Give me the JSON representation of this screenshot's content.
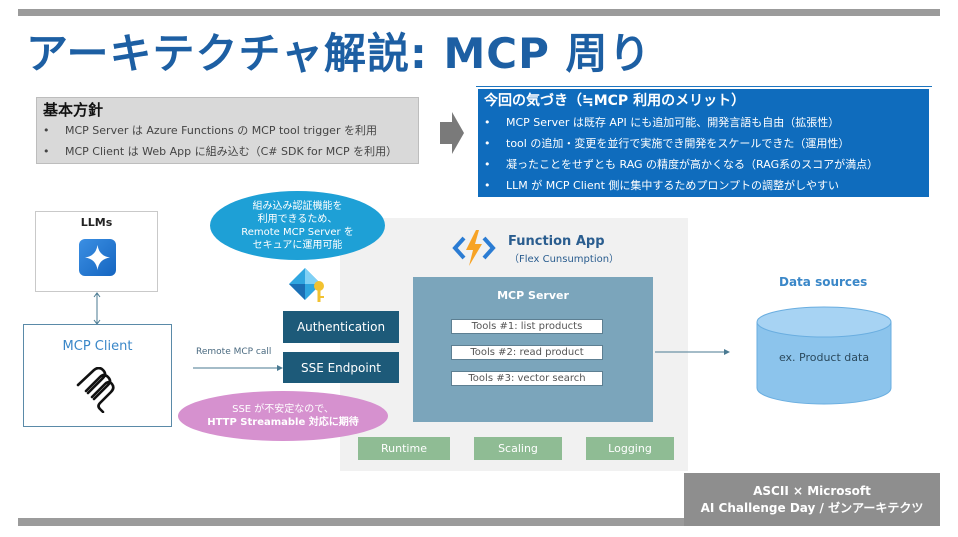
{
  "title": "アーキテクチャ解説: MCP 周り",
  "policy": {
    "heading": "基本方針",
    "items": [
      "MCP Server は Azure Functions の MCP tool trigger を利用",
      "MCP Client は Web App に組み込む（C# SDK for MCP を利用）"
    ]
  },
  "insight": {
    "heading": "今回の気づき（≒MCP 利用のメリット）",
    "items": [
      "MCP Server は既存 API にも追加可能、開発言語も自由（拡張性）",
      "tool の追加・変更を並行で実施でき開発をスケールできた（運用性）",
      "凝ったことをせずとも RAG の精度が高かくなる（RAG系のスコアが満点）",
      "LLM が MCP Client 側に集中するためプロンプトの調整がしやすい"
    ]
  },
  "bullet": "•",
  "diagram": {
    "llms_label": "LLMs",
    "mcp_client_label": "MCP Client",
    "remote_call_label": "Remote MCP call",
    "bubble_auth": [
      "組み込み認証機能を",
      "利用できるため、",
      "Remote MCP Server を",
      "セキュアに運用可能"
    ],
    "bubble_sse": [
      "SSE が不安定なので、",
      "HTTP Streamable 対応に期待"
    ],
    "authentication_label": "Authentication",
    "sse_endpoint_label": "SSE Endpoint",
    "function_app_label": "Function App",
    "function_app_sub": "（Flex Cunsumption）",
    "mcp_server_label": "MCP Server",
    "tools": [
      "Tools #1:  list products",
      "Tools #2: read product",
      "Tools #3: vector search"
    ],
    "runtime_label": "Runtime",
    "scaling_label": "Scaling",
    "logging_label": "Logging",
    "data_sources_label": "Data sources",
    "product_data_label": "ex. Product data"
  },
  "footer": {
    "line1": "ASCII × Microsoft",
    "line2": "AI Challenge Day / ゼンアーキテクツ"
  },
  "colors": {
    "title": "#1d5fa3",
    "insight_bg": "#0f6cbd",
    "dark_button": "#1d5a79",
    "server_bg": "#7ba5bb",
    "green": "#8fbc94",
    "bubble_blue": "#1ea0d6",
    "bubble_pink": "#d691cf",
    "cylinder": "#8cc4ec"
  }
}
